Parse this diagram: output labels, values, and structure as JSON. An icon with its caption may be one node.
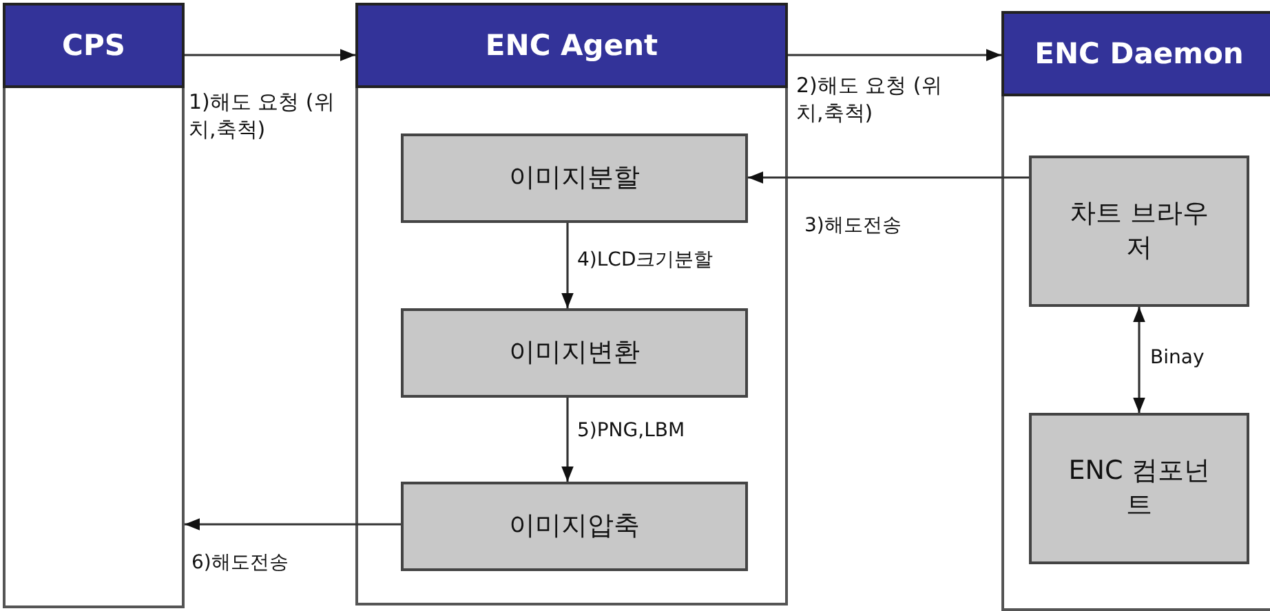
{
  "diagram": {
    "nodes": [
      {
        "text": [
          "CPS"
        ]
      },
      {
        "text": [
          "ENC Agent"
        ]
      },
      {
        "text": [
          "이미지분할"
        ],
        "in": 1
      },
      {
        "text": [
          "이미지변환"
        ],
        "in": 1
      },
      {
        "text": [
          "이미지압축"
        ],
        "in": 1
      },
      {
        "text": [
          "ENC Daemon"
        ]
      },
      {
        "text": [
          "차트 브라우저"
        ],
        "in": 5
      },
      {
        "text": [
          "ENC 컴포넌트"
        ],
        "in": 5
      }
    ],
    "edges": [
      {
        "from": 0,
        "to": 1,
        "arrow": "to",
        "label": "1)해도 요청 (위치,축척)"
      },
      {
        "from": 1,
        "to": 5,
        "arrow": "to",
        "label": "2)해도 요청 (위치,축척)"
      },
      {
        "from": 6,
        "to": 2,
        "arrow": "to",
        "label": "3)해도전송"
      },
      {
        "from": 2,
        "to": 3,
        "arrow": "to",
        "label": "4)LCD크기분할"
      },
      {
        "from": 3,
        "to": 4,
        "arrow": "to",
        "label": "5)PNG,LBM"
      },
      {
        "from": 4,
        "to": 0,
        "arrow": "to",
        "label": "6)해도전송"
      },
      {
        "from": 6,
        "to": 7,
        "arrow": "both",
        "label": "Binay"
      }
    ]
  }
}
